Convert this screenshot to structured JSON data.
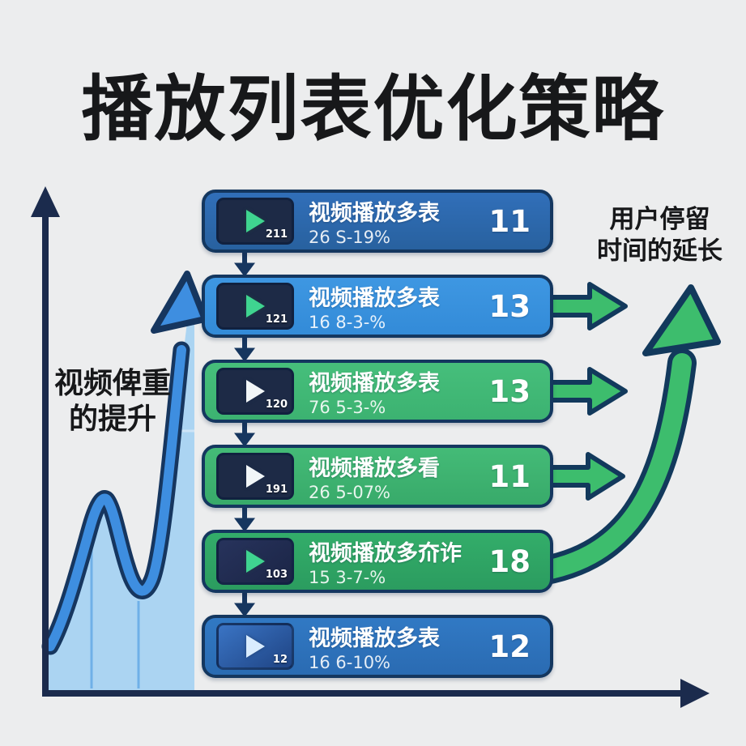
{
  "title": "播放列表优化策略",
  "left_chart_label": {
    "line1": "视频俾重",
    "line2": "的提升"
  },
  "right_outcome_label": {
    "line1": "用户停留",
    "line2": "时间的延长"
  },
  "cards": [
    {
      "badge": "211",
      "title": "视频播放多表",
      "subtitle": "26 S-19%",
      "value": "11"
    },
    {
      "badge": "121",
      "title": "视频播放多表",
      "subtitle": "16 8-3-%",
      "value": "13"
    },
    {
      "badge": "120",
      "title": "视频播放多表",
      "subtitle": "76 5-3-%",
      "value": "13"
    },
    {
      "badge": "191",
      "title": "视频播放多看",
      "subtitle": "26 5-07%",
      "value": "11"
    },
    {
      "badge": "103",
      "title": "视频播放多夼诈",
      "subtitle": "15 3-7-%",
      "value": "18"
    },
    {
      "badge": "12",
      "title": "视频播放多表",
      "subtitle": "16 6-10%",
      "value": "12"
    }
  ],
  "colors": {
    "background": "#ecedee",
    "title_text": "#17181a",
    "card_blue_dark": "#2e6eb7",
    "card_blue_bright": "#3a93e0",
    "card_green": "#43bc78",
    "card_green_dark": "#2ea766",
    "card_blue_mid": "#2f76c1",
    "card_border_navy": "#14375f",
    "thumb_navy": "#1d2a46",
    "play_green": "#3fd490",
    "axis_navy": "#1b2b4d",
    "growth_arrow_blue": "#3e8ee0",
    "trend_fill_light_blue": "#abd4f2",
    "flow_arrow_green": "#3dbd6d"
  }
}
